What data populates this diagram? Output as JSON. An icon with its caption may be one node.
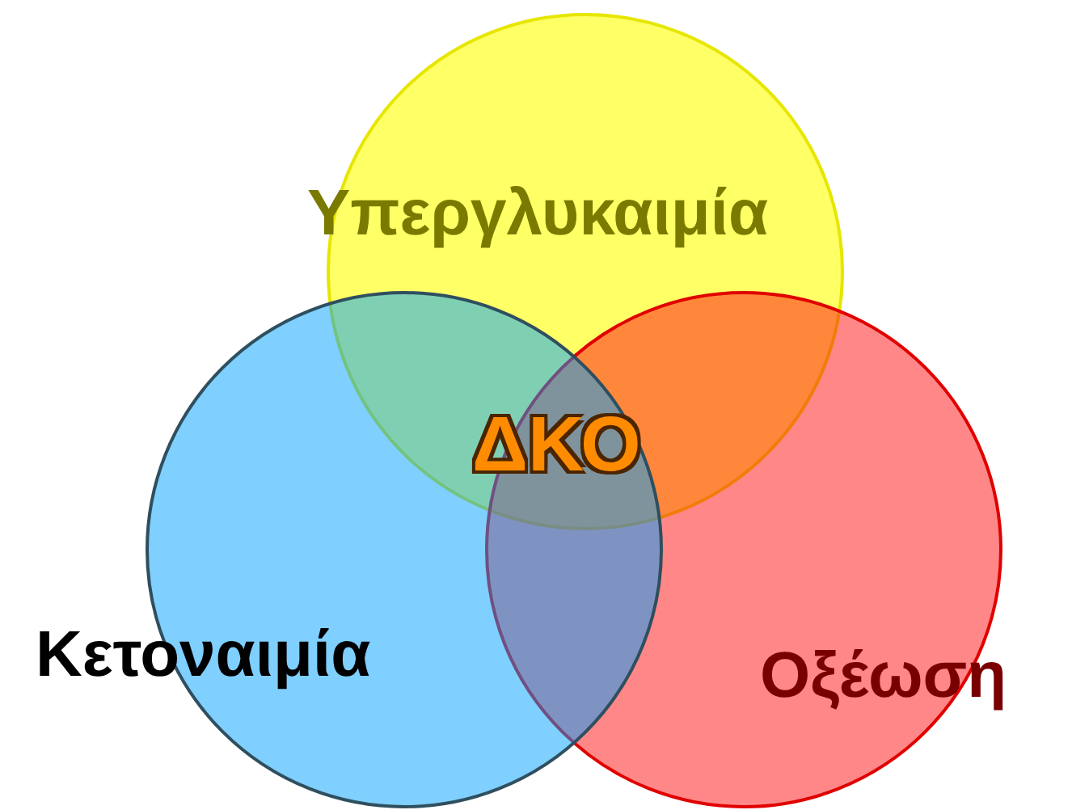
{
  "diagram": {
    "nodes": [
      {
        "text": [
          "Υπεργλυκαιμία"
        ]
      },
      {
        "text": [
          "Κετοναιμία"
        ]
      },
      {
        "text": [
          "Οξέωση"
        ]
      }
    ],
    "labels": [
      "ΔΚΟ"
    ]
  }
}
